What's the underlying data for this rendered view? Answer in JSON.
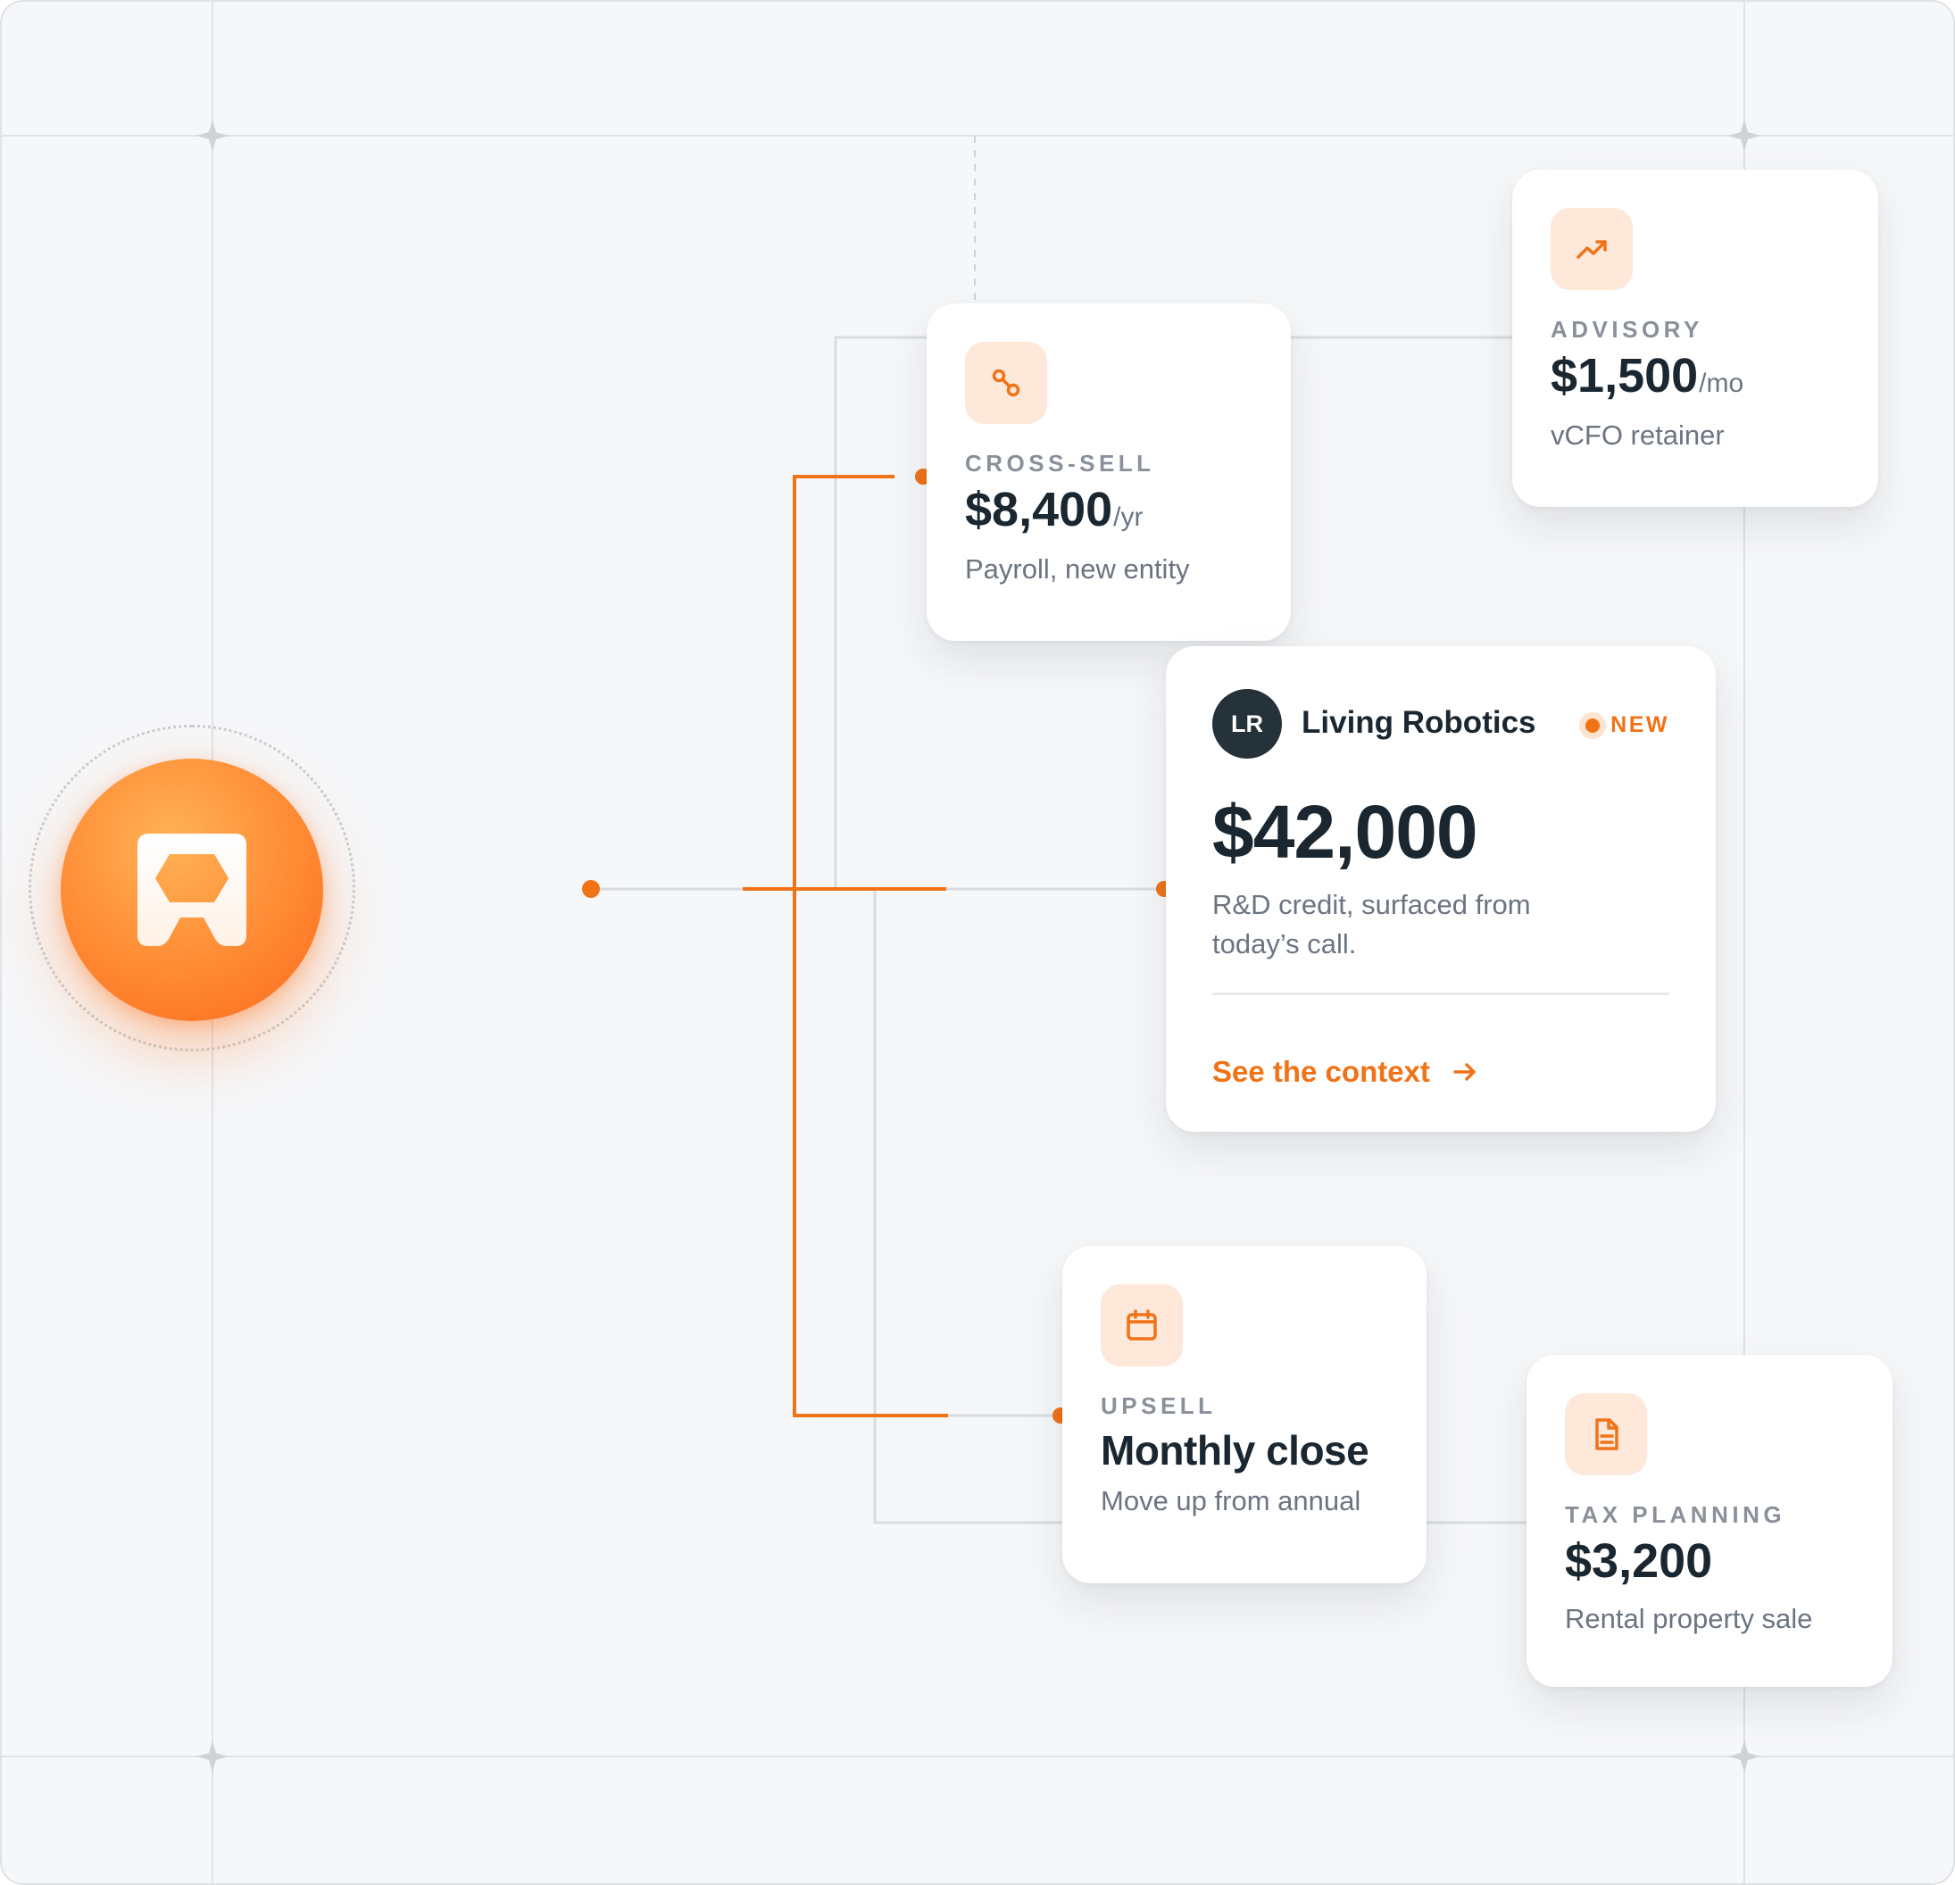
{
  "colors": {
    "accent": "#f07317",
    "ink": "#1b2730",
    "muted": "#6b7480",
    "eyebrow": "#8a9099",
    "icon_tile": "#fde8da",
    "connector": "#d8dbe0"
  },
  "hub": {
    "icon": "logo-mark-icon"
  },
  "cards": {
    "advisory": {
      "icon": "trending-up-icon",
      "label": "ADVISORY",
      "amount": "$1,500",
      "unit": "/mo",
      "note": "vCFO retainer"
    },
    "cross_sell": {
      "icon": "link-icon",
      "label": "CROSS-SELL",
      "amount": "$8,400",
      "unit": "/yr",
      "note": "Payroll, new entity"
    },
    "upsell": {
      "icon": "calendar-icon",
      "label": "UPSELL",
      "amount": "Monthly close",
      "note": "Move up from annual"
    },
    "tax_planning": {
      "icon": "document-icon",
      "label": "TAX PLANNING",
      "amount": "$3,200",
      "note": "Rental property sale"
    }
  },
  "client": {
    "initials": "LR",
    "name": "Living Robotics",
    "badge": "NEW",
    "amount": "$42,000",
    "description": "R&D credit, surfaced from today’s call.",
    "cta_label": "See the context",
    "cta_icon": "arrow-right-icon"
  }
}
